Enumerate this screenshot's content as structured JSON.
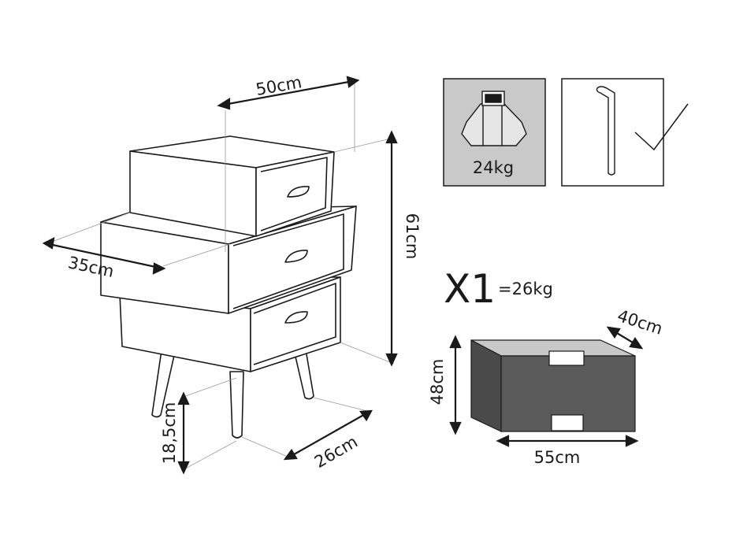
{
  "dimensions": {
    "width": "50cm",
    "depth": "35cm",
    "height": "61cm",
    "leg_height": "18,5cm",
    "base_depth": "26cm"
  },
  "weight_panel": {
    "weight": "24kg"
  },
  "package": {
    "quantity": "X1",
    "weight": "=26kg",
    "height": "48cm",
    "depth": "40cm",
    "width": "55cm"
  },
  "colors": {
    "line": "#1a1a1a",
    "weight_panel_fill": "#c9c9c9",
    "package_front": "#5a5a5a",
    "package_top": "#c8c8c8",
    "package_side": "#4a4a4a"
  }
}
